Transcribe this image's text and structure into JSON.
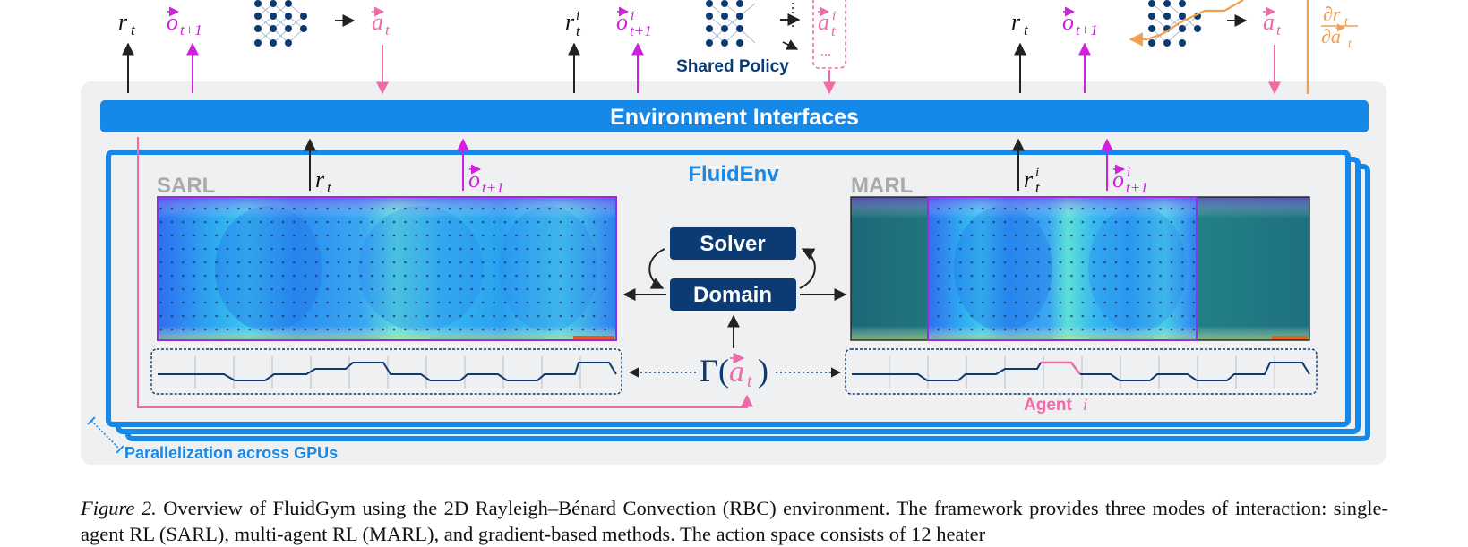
{
  "colors": {
    "blue": "#1688e8",
    "navy": "#0c3a73",
    "magenta": "#d020e0",
    "pink": "#f06aa8",
    "orange": "#f0a050",
    "panel": "#eef0f2",
    "label_gray": "#aaaaaa"
  },
  "top": {
    "sarl": {
      "reward": "r",
      "reward_sub": "t",
      "obs": "o",
      "obs_sub": "t+1",
      "act": "a",
      "act_sub": "t"
    },
    "marl": {
      "reward": "r",
      "reward_sub": "t",
      "reward_sup": "i",
      "obs": "o",
      "obs_sub": "t+1",
      "obs_sup": "i",
      "act": "a",
      "act_sub": "t",
      "act_sup": "i",
      "ellipsis": "...",
      "shared_policy": "Shared Policy"
    },
    "grad": {
      "reward": "r",
      "reward_sub": "t",
      "obs": "o",
      "obs_sub": "t+1",
      "act": "a",
      "act_sub": "t",
      "grad_num": "∂r",
      "grad_num_sub": "t",
      "grad_den": "∂a",
      "grad_den_sub": "t"
    }
  },
  "interfaces_label": "Environment Interfaces",
  "fluidenv_label": "FluidEnv",
  "sarl": {
    "label": "SARL",
    "reward": "r",
    "reward_sub": "t",
    "obs": "o",
    "obs_sub": "t+1"
  },
  "marl": {
    "label": "MARL",
    "reward": "r",
    "reward_sub": "t",
    "reward_sup": "i",
    "obs": "o",
    "obs_sub": "t+1",
    "obs_sup": "i",
    "agent_label": "Agent",
    "agent_var": "i"
  },
  "solver_label": "Solver",
  "domain_label": "Domain",
  "gamma": {
    "symbol": "Γ",
    "open": "(",
    "arg": "a",
    "arg_sub": "t",
    "close": ")"
  },
  "parallel_label": "Parallelization across GPUs",
  "caption": {
    "fig_label": "Figure 2.",
    "text": "Overview of FluidGym using the 2D Rayleigh–Bénard Convection (RBC) environment. The framework provides three modes of interaction: single-agent RL (SARL), multi-agent RL (MARL), and gradient-based methods. The action space consists of 12 heater"
  }
}
